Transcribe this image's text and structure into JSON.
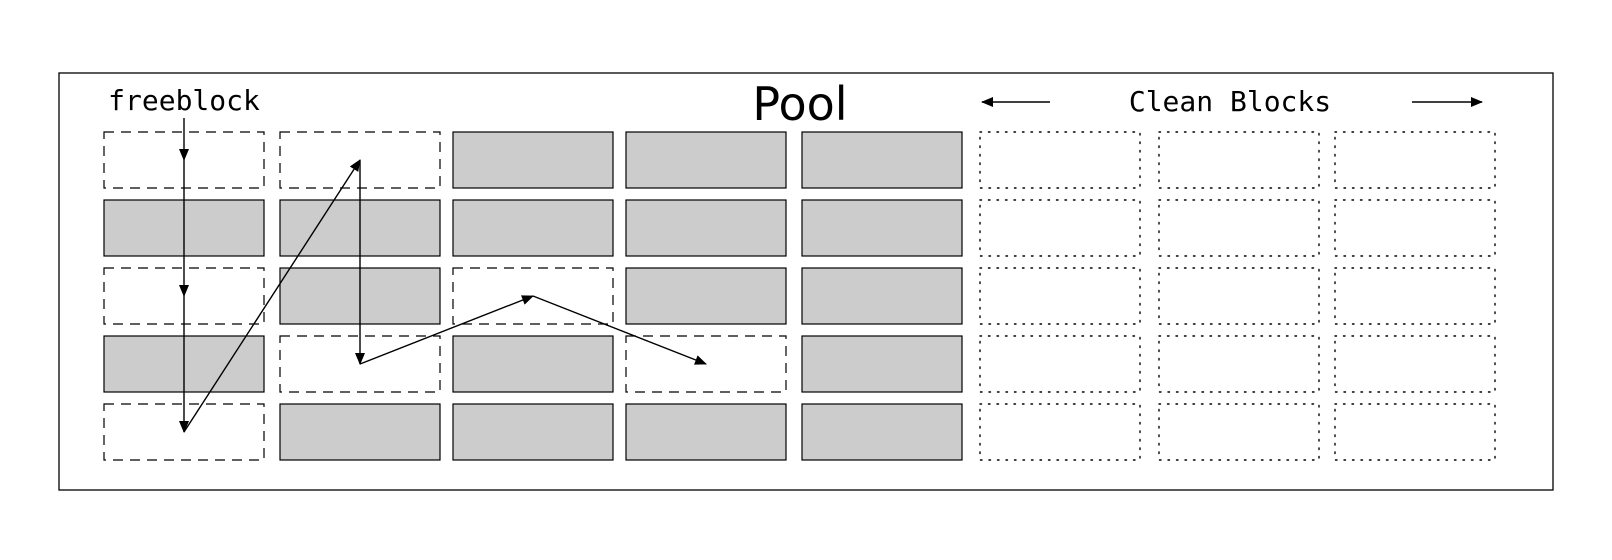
{
  "diagram": {
    "title": "Pool",
    "freeblock_label": "freeblock",
    "clean_label": "Clean Blocks",
    "colors": {
      "used_fill": "#cccccc",
      "stroke": "#000000",
      "background": "#ffffff"
    },
    "blocks": [
      {
        "col": 0,
        "row": 0,
        "state": "free"
      },
      {
        "col": 0,
        "row": 1,
        "state": "used"
      },
      {
        "col": 0,
        "row": 2,
        "state": "free"
      },
      {
        "col": 0,
        "row": 3,
        "state": "used"
      },
      {
        "col": 0,
        "row": 4,
        "state": "free"
      },
      {
        "col": 1,
        "row": 0,
        "state": "free"
      },
      {
        "col": 1,
        "row": 1,
        "state": "used"
      },
      {
        "col": 1,
        "row": 2,
        "state": "used"
      },
      {
        "col": 1,
        "row": 3,
        "state": "free"
      },
      {
        "col": 1,
        "row": 4,
        "state": "used"
      },
      {
        "col": 2,
        "row": 0,
        "state": "used"
      },
      {
        "col": 2,
        "row": 1,
        "state": "used"
      },
      {
        "col": 2,
        "row": 2,
        "state": "free"
      },
      {
        "col": 2,
        "row": 3,
        "state": "used"
      },
      {
        "col": 2,
        "row": 4,
        "state": "used"
      },
      {
        "col": 3,
        "row": 0,
        "state": "used"
      },
      {
        "col": 3,
        "row": 1,
        "state": "used"
      },
      {
        "col": 3,
        "row": 2,
        "state": "used"
      },
      {
        "col": 3,
        "row": 3,
        "state": "free"
      },
      {
        "col": 3,
        "row": 4,
        "state": "used"
      },
      {
        "col": 4,
        "row": 0,
        "state": "used"
      },
      {
        "col": 4,
        "row": 1,
        "state": "used"
      },
      {
        "col": 4,
        "row": 2,
        "state": "used"
      },
      {
        "col": 4,
        "row": 3,
        "state": "used"
      },
      {
        "col": 4,
        "row": 4,
        "state": "used"
      },
      {
        "col": 5,
        "row": 0,
        "state": "clean"
      },
      {
        "col": 5,
        "row": 1,
        "state": "clean"
      },
      {
        "col": 5,
        "row": 2,
        "state": "clean"
      },
      {
        "col": 5,
        "row": 3,
        "state": "clean"
      },
      {
        "col": 5,
        "row": 4,
        "state": "clean"
      },
      {
        "col": 6,
        "row": 0,
        "state": "clean"
      },
      {
        "col": 6,
        "row": 1,
        "state": "clean"
      },
      {
        "col": 6,
        "row": 2,
        "state": "clean"
      },
      {
        "col": 6,
        "row": 3,
        "state": "clean"
      },
      {
        "col": 6,
        "row": 4,
        "state": "clean"
      },
      {
        "col": 7,
        "row": 0,
        "state": "clean"
      },
      {
        "col": 7,
        "row": 1,
        "state": "clean"
      },
      {
        "col": 7,
        "row": 2,
        "state": "clean"
      },
      {
        "col": 7,
        "row": 3,
        "state": "clean"
      },
      {
        "col": 7,
        "row": 4,
        "state": "clean"
      }
    ],
    "freelist_order": [
      {
        "col": 0,
        "row": 0
      },
      {
        "col": 0,
        "row": 2
      },
      {
        "col": 0,
        "row": 4
      },
      {
        "col": 1,
        "row": 0
      },
      {
        "col": 1,
        "row": 3
      },
      {
        "col": 2,
        "row": 2
      },
      {
        "col": 3,
        "row": 3
      }
    ]
  }
}
